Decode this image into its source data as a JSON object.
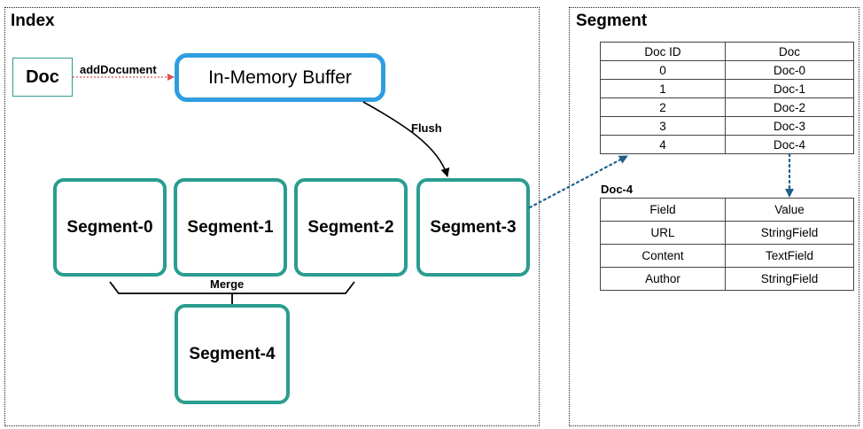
{
  "index": {
    "title": "Index",
    "doc_label": "Doc",
    "add_label": "addDocument",
    "buffer_label": "In-Memory Buffer",
    "flush_label": "Flush",
    "merge_label": "Merge",
    "segments": [
      "Segment-0",
      "Segment-1",
      "Segment-2",
      "Segment-3"
    ],
    "merged_segment": "Segment-4"
  },
  "segment": {
    "title": "Segment",
    "doc_table": {
      "headers": [
        "Doc ID",
        "Doc"
      ],
      "rows": [
        [
          "0",
          "Doc-0"
        ],
        [
          "1",
          "Doc-1"
        ],
        [
          "2",
          "Doc-2"
        ],
        [
          "3",
          "Doc-3"
        ],
        [
          "4",
          "Doc-4"
        ]
      ]
    },
    "doc_detail": {
      "title": "Doc-4",
      "headers": [
        "Field",
        "Value"
      ],
      "rows": [
        [
          "URL",
          "StringField"
        ],
        [
          "Content",
          "TextField"
        ],
        [
          "Author",
          "StringField"
        ]
      ]
    }
  },
  "colors": {
    "segment_border": "#2a9d8f",
    "buffer_border": "#2f9ee0",
    "dotted_arrow": "#1f5f8b",
    "add_arrow": "#d9534f"
  }
}
